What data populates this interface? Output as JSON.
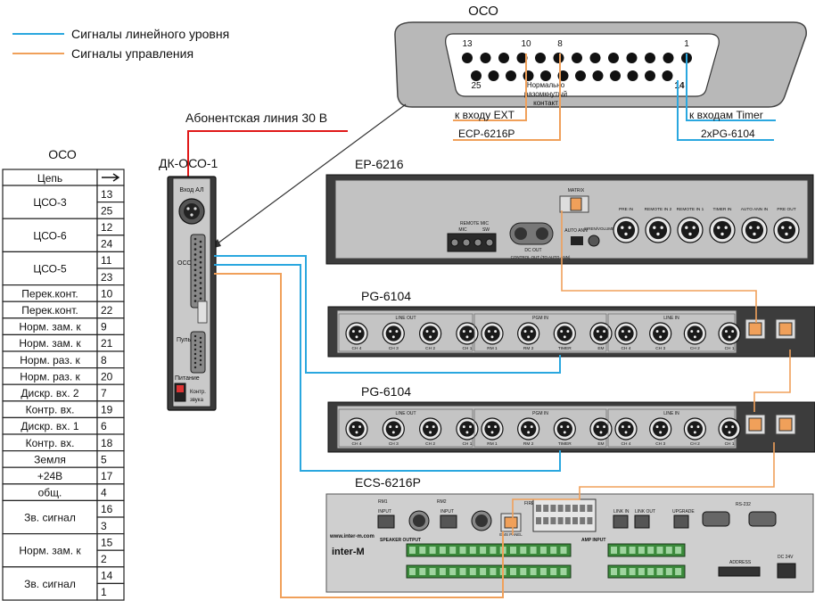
{
  "legend": {
    "line_level": "Сигналы линейного уровня",
    "control": "Сигналы управления"
  },
  "colors": {
    "line_level": "#2aa7df",
    "control": "#f0a05a",
    "subscriber_line": "#e01818",
    "panel_dark": "#3a3a3a",
    "panel_grey": "#b4b4b4",
    "connector_plate": "#cfcfcf"
  },
  "oco_connector": {
    "title": "ОСО",
    "pin_labels": {
      "p13": "13",
      "p10": "10",
      "p8": "8",
      "p1": "1",
      "p25": "25",
      "p14": "14"
    },
    "note": [
      "Нормально",
      "разомкнутый",
      "контакт"
    ],
    "to_ext": "к входу EXT",
    "ecp": "ECP-6216P",
    "to_timer": "к входам Timer",
    "pg": "2xPG-6104"
  },
  "subscriber_line": "Абонентская линия 30 В",
  "table": {
    "title": "ОСО",
    "header": {
      "circuit": "Цепь"
    },
    "rows": [
      {
        "name": "ЦСО-3",
        "pins": [
          "13",
          "25"
        ]
      },
      {
        "name": "ЦСО-6",
        "pins": [
          "12",
          "24"
        ]
      },
      {
        "name": "ЦСО-5",
        "pins": [
          "11",
          "23"
        ]
      },
      {
        "name": "Перек.конт.",
        "pins": [
          "10"
        ]
      },
      {
        "name": "Перек.конт.",
        "pins": [
          "22"
        ]
      },
      {
        "name": "Норм. зам. к",
        "pins": [
          "9"
        ]
      },
      {
        "name": "Норм. зам. к",
        "pins": [
          "21"
        ]
      },
      {
        "name": "Норм. раз. к",
        "pins": [
          "8"
        ]
      },
      {
        "name": "Норм. раз. к",
        "pins": [
          "20"
        ]
      },
      {
        "name": "Дискр. вх. 2",
        "pins": [
          "7"
        ]
      },
      {
        "name": "Контр. вх.",
        "pins": [
          "19"
        ]
      },
      {
        "name": "Дискр. вх. 1",
        "pins": [
          "6"
        ]
      },
      {
        "name": "Контр. вх.",
        "pins": [
          "18"
        ]
      },
      {
        "name": "Земля",
        "pins": [
          "5"
        ]
      },
      {
        "name": "+24В",
        "pins": [
          "17"
        ]
      },
      {
        "name": "общ.",
        "pins": [
          "4"
        ]
      },
      {
        "name": "Зв. сигнал",
        "pins": [
          "16",
          "3"
        ]
      },
      {
        "name": "Норм. зам. к",
        "pins": [
          "15",
          "2"
        ]
      },
      {
        "name": "Зв. сигнал",
        "pins": [
          "14",
          "1"
        ]
      }
    ]
  },
  "dk": {
    "title": "ДК-ОСО-1",
    "input": "Вход АЛ",
    "oco": "ОСО",
    "panel": "Пульт",
    "power": "Питание",
    "control": [
      "Контр.",
      "звука"
    ]
  },
  "ep": {
    "title": "EP-6216",
    "labels": {
      "matrix": "MATRIX",
      "remote_mic": "REMOTE MIC",
      "mic": "MIC",
      "sw": "SW",
      "dc_out": "DC OUT",
      "control_out": "CONTROL OUT (TO AUTO ANN)",
      "auto_ann": "AUTO ANN",
      "siren": "SIREN/VOLUME",
      "xlr": [
        "PRE IN",
        "REMOTE IN 2",
        "REMOTE IN 1",
        "TIMER IN",
        "AUTO ANN IN",
        "PRE OUT"
      ]
    }
  },
  "pg1": {
    "title": "PG-6104",
    "sections": {
      "line_out": "LINE OUT",
      "pgm_in": "PGM IN",
      "line_in": "LINE IN"
    },
    "out": [
      "CH 4",
      "CH 3",
      "CH 2",
      "CH 1"
    ],
    "pgm": [
      "RM 1",
      "RM 2",
      "TIMER",
      "EM"
    ],
    "in": [
      "CH 4",
      "CH 3",
      "CH 2",
      "CH 1"
    ]
  },
  "pg2": {
    "title": "PG-6104",
    "sections": {
      "line_out": "LINE OUT",
      "pgm_in": "PGM IN",
      "line_in": "LINE IN"
    },
    "out": [
      "CH 4",
      "CH 3",
      "CH 2",
      "CH 1"
    ],
    "pgm": [
      "RM 1",
      "RM 2",
      "TIMER",
      "EM"
    ],
    "in": [
      "CH 4",
      "CH 3",
      "CH 2",
      "CH 1"
    ]
  },
  "ecs": {
    "title": "ECS-6216P",
    "brand": "inter-M",
    "web": "www.inter-m.com",
    "labels": {
      "rm1": "RM1",
      "rm2": "RM2",
      "input": "INPUT",
      "fire": "FIRE",
      "link_in": "LINK IN",
      "link_out": "LINK OUT",
      "upgrade": "UPGRADE",
      "rs232": "RS-232",
      "speaker": "SPEAKER OUTPUT",
      "amp": "AMP INPUT",
      "ems": "EMS PANEL",
      "address": "ADDRESS",
      "dc": "DC 24V"
    }
  }
}
